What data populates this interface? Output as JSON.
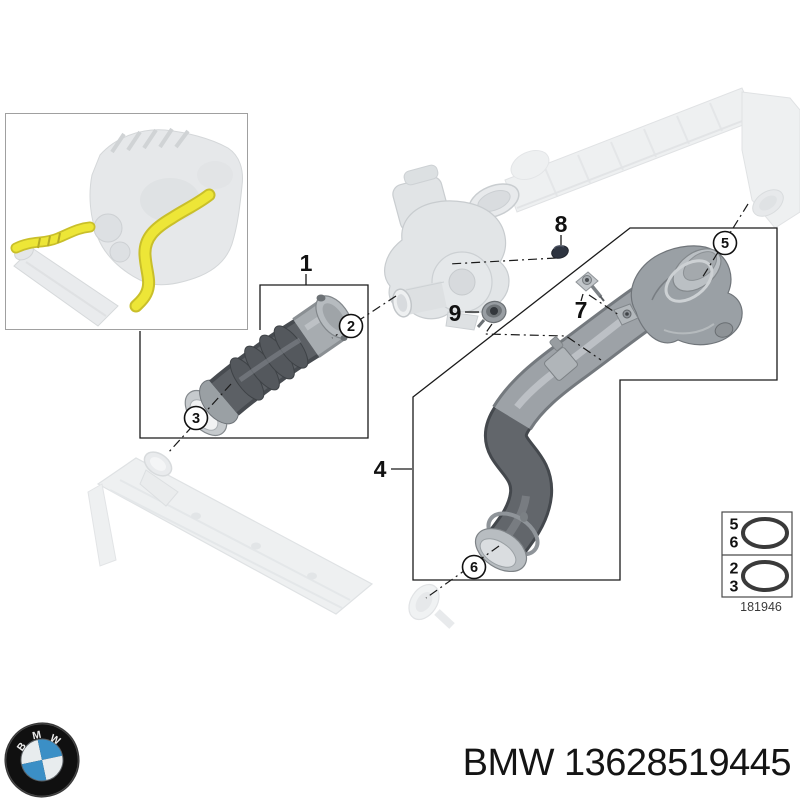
{
  "page": {
    "background": "#ffffff",
    "kind": "vehicle parts catalog diagram"
  },
  "diagram": {
    "doc_number": "181946",
    "plain_callouts": [
      "1",
      "4",
      "7",
      "8",
      "9"
    ],
    "circled_callouts": [
      "2",
      "3",
      "5",
      "6"
    ],
    "legend": {
      "rows": [
        {
          "refs": [
            "5",
            "6"
          ],
          "icon": "o-ring"
        },
        {
          "refs": [
            "2",
            "3"
          ],
          "icon": "o-ring"
        }
      ]
    },
    "inset": {
      "description": "engine thumbnail with charge-air hoses highlighted yellow"
    },
    "colors": {
      "highlight_yellow": "#ede637",
      "hose_dark": "#62666b",
      "pipe_metal": "#9da2a7",
      "ghost": "#eef0f1",
      "line": "#1a1a1a",
      "oring": "#3a3a3a"
    }
  },
  "footer": {
    "brand": "BMW",
    "part_number": "13628519445",
    "text": "BMW 13628519445",
    "logo_letters": [
      "B",
      "M",
      "W"
    ],
    "roundel_blue": "#3b8fc6"
  }
}
